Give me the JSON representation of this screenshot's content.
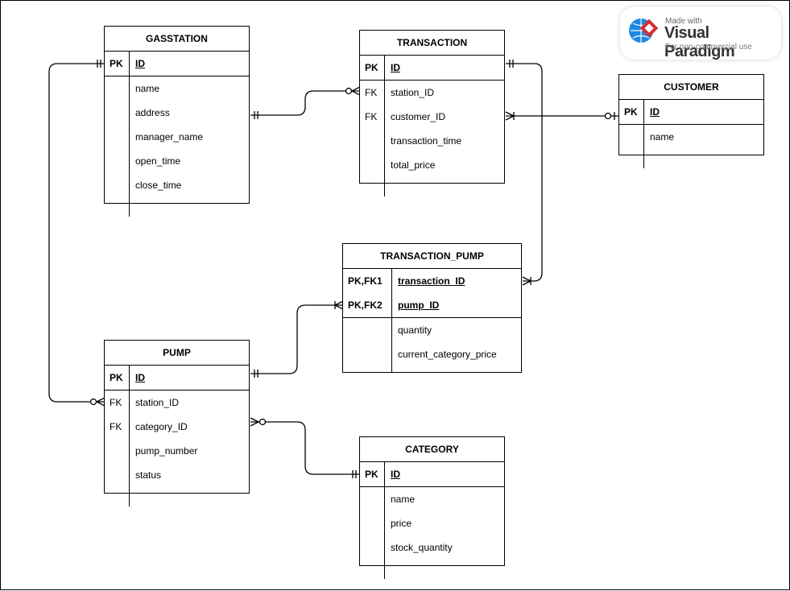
{
  "diagram": {
    "entities": {
      "gasstation": {
        "title": "GASSTATION",
        "pk_key": "PK",
        "pk_field": "ID",
        "rows": [
          {
            "key": "",
            "field": "name"
          },
          {
            "key": "",
            "field": "address"
          },
          {
            "key": "",
            "field": "manager_name"
          },
          {
            "key": "",
            "field": "open_time"
          },
          {
            "key": "",
            "field": "close_time"
          }
        ]
      },
      "transaction": {
        "title": "TRANSACTION",
        "pk_key": "PK",
        "pk_field": "ID",
        "rows": [
          {
            "key": "FK",
            "field": "station_ID"
          },
          {
            "key": "FK",
            "field": "customer_ID"
          },
          {
            "key": "",
            "field": "transaction_time"
          },
          {
            "key": "",
            "field": "total_price"
          }
        ]
      },
      "customer": {
        "title": "CUSTOMER",
        "pk_key": "PK",
        "pk_field": "ID",
        "rows": [
          {
            "key": "",
            "field": "name"
          }
        ]
      },
      "transaction_pump": {
        "title": "TRANSACTION_PUMP",
        "pk_rows": [
          {
            "key": "PK,FK1",
            "field": "transaction_ID"
          },
          {
            "key": "PK,FK2",
            "field": "pump_ID"
          }
        ],
        "rows": [
          {
            "key": "",
            "field": "quantity"
          },
          {
            "key": "",
            "field": "current_category_price"
          }
        ]
      },
      "pump": {
        "title": "PUMP",
        "pk_key": "PK",
        "pk_field": "ID",
        "rows": [
          {
            "key": "FK",
            "field": "station_ID"
          },
          {
            "key": "FK",
            "field": "category_ID"
          },
          {
            "key": "",
            "field": "pump_number"
          },
          {
            "key": "",
            "field": "status"
          }
        ]
      },
      "category": {
        "title": "CATEGORY",
        "pk_key": "PK",
        "pk_field": "ID",
        "rows": [
          {
            "key": "",
            "field": "name"
          },
          {
            "key": "",
            "field": "price"
          },
          {
            "key": "",
            "field": "stock_quantity"
          }
        ]
      }
    },
    "relationships": [
      {
        "from": "gasstation",
        "to": "transaction",
        "from_end": "one-and-only-one",
        "to_end": "zero-or-many"
      },
      {
        "from": "customer",
        "to": "transaction",
        "from_end": "zero-or-one",
        "to_end": "one-or-many"
      },
      {
        "from": "transaction",
        "to": "transaction_pump",
        "from_end": "one-and-only-one",
        "to_end": "one-or-many"
      },
      {
        "from": "pump",
        "to": "transaction_pump",
        "from_end": "one-and-only-one",
        "to_end": "one-or-many"
      },
      {
        "from": "gasstation",
        "to": "pump",
        "from_end": "one-and-only-one",
        "to_end": "zero-or-many"
      },
      {
        "from": "category",
        "to": "pump",
        "from_end": "one-and-only-one",
        "to_end": "zero-or-many"
      }
    ],
    "colors": {
      "line": "#000000",
      "logo_red": "#d32f2f",
      "logo_blue": "#1e88e5"
    }
  },
  "watermark": {
    "made_with": "Made with",
    "name": "Visual Paradigm",
    "sub": "For non-commercial use"
  }
}
